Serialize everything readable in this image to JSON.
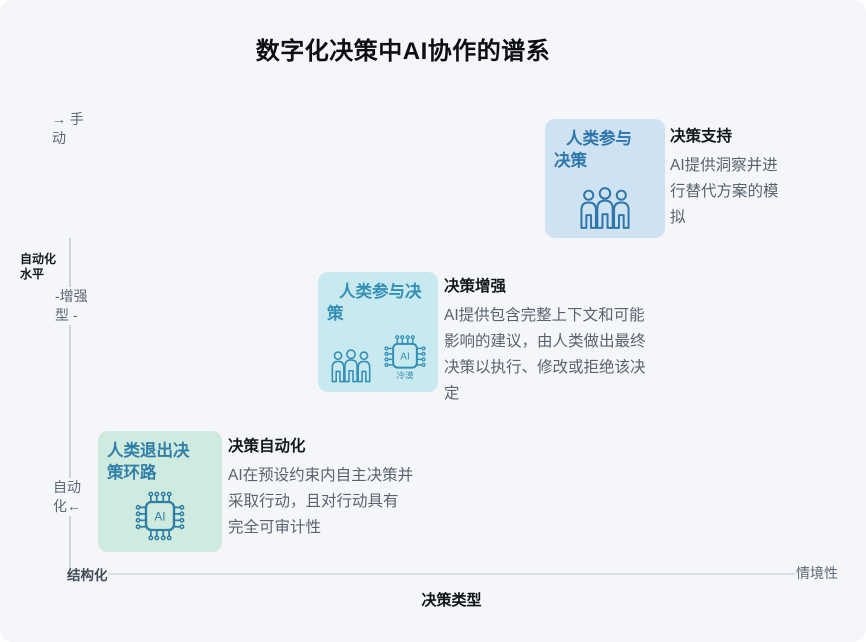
{
  "title": "数字化决策中AI协作的谱系",
  "axes": {
    "y_axis_name": "自动化\n水平",
    "y_top": "→ 手\n动",
    "y_mid": "-增强\n型 -",
    "y_bottom": "自动\n化←",
    "x_axis_name": "决策类型",
    "x_left": "结构化",
    "x_right": "情境性"
  },
  "cards": {
    "support": {
      "box_title": "人类参与\n决策",
      "label": "决策支持",
      "description": "AI提供洞察并进\n行替代方案的模\n拟",
      "bg": "#cfe2f1",
      "accent": "#2d76ab"
    },
    "augmentation": {
      "box_title": "人类参与决\n策",
      "label": "决策增强",
      "description": "AI提供包含完整上下文和可能\n影响的建议，由人类做出最终\n决策以执行、修改或拒绝该决\n定",
      "chip_caption": "冷漠",
      "bg": "#c9e9f0",
      "accent": "#3390b4"
    },
    "automation": {
      "box_title": "人类退出决\n策环路",
      "label": "决策自动化",
      "description": "AI在预设约束内自主决策并\n采取行动，且对行动具有\n完全可审计性",
      "bg": "#cfeade",
      "accent": "#2f7fa8"
    }
  },
  "icons": {
    "ai_chip_text": "AI"
  },
  "colors": {
    "page_bg": "#f5f6f9",
    "axis_line": "#ccd3da",
    "muted_text": "#59636f"
  }
}
